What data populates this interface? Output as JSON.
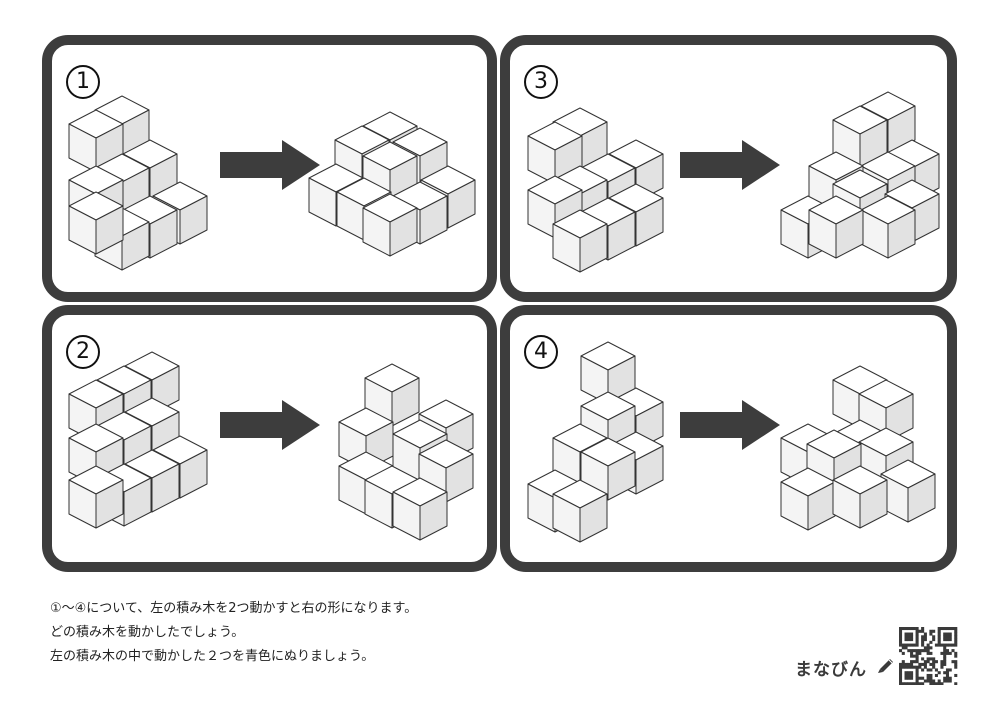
{
  "panels": [
    {
      "id": "p1",
      "number": "1"
    },
    {
      "id": "p3",
      "number": "3"
    },
    {
      "id": "p2",
      "number": "2"
    },
    {
      "id": "p4",
      "number": "4"
    }
  ],
  "instructions": {
    "line1": "①〜④について、左の積み木を2つ動かすと右の形になります。",
    "line2": "どの積み木を動かしたでしょう。",
    "line3": "左の積み木の中で動かした２つを青色にぬりましょう。"
  },
  "brand": {
    "name": "まなびん"
  },
  "colors": {
    "frame": "#3d3d3d",
    "arrow": "#3d3d3d",
    "cube_top": "#ffffff",
    "cube_left": "#f4f4f4",
    "cube_right": "#e2e2e2"
  }
}
